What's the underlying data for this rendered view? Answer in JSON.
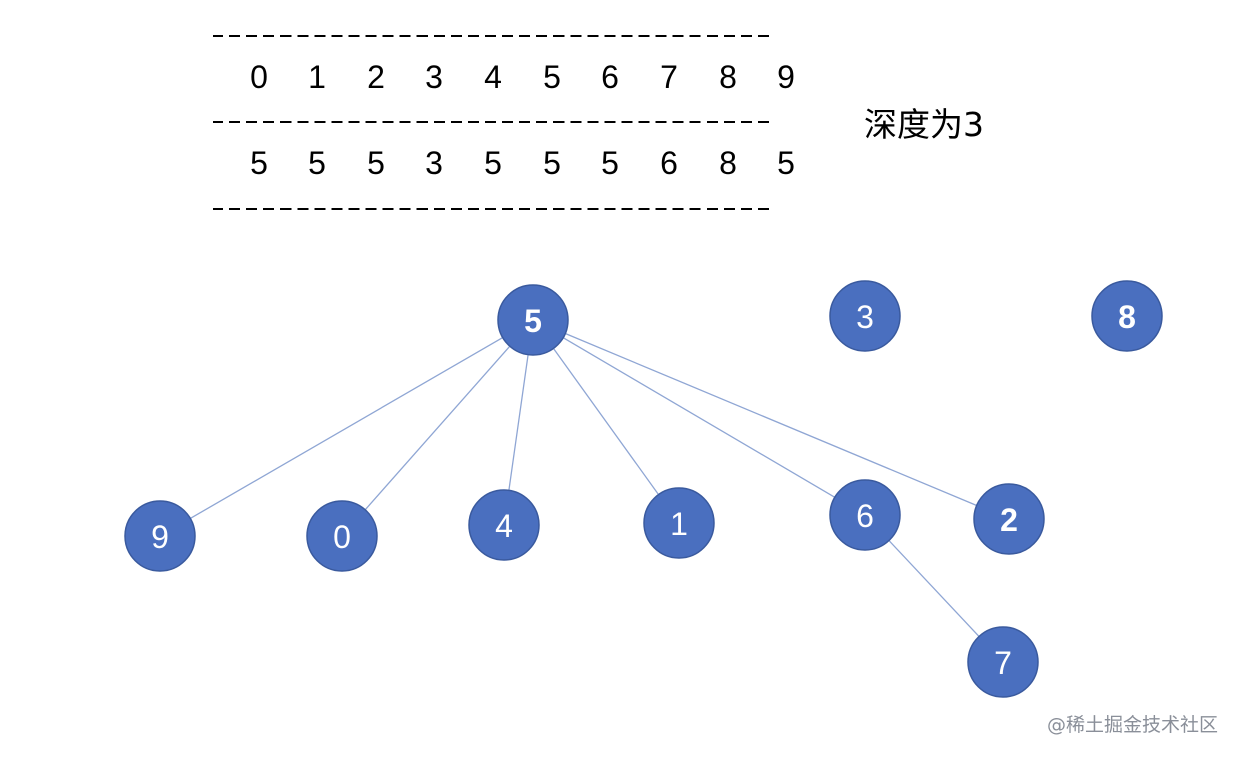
{
  "index_row": [
    "0",
    "1",
    "2",
    "3",
    "4",
    "5",
    "6",
    "7",
    "8",
    "9"
  ],
  "parent_row": [
    "5",
    "5",
    "5",
    "3",
    "5",
    "5",
    "5",
    "6",
    "8",
    "5"
  ],
  "depth_label": "深度为3",
  "nodes": [
    {
      "id": "5",
      "label": "5",
      "bold": true
    },
    {
      "id": "3",
      "label": "3",
      "bold": false
    },
    {
      "id": "8",
      "label": "8",
      "bold": true
    },
    {
      "id": "9",
      "label": "9",
      "bold": false
    },
    {
      "id": "0",
      "label": "0",
      "bold": false
    },
    {
      "id": "4",
      "label": "4",
      "bold": false
    },
    {
      "id": "1",
      "label": "1",
      "bold": false
    },
    {
      "id": "6",
      "label": "6",
      "bold": false
    },
    {
      "id": "2",
      "label": "2",
      "bold": true
    },
    {
      "id": "7",
      "label": "7",
      "bold": false
    }
  ],
  "edges": [
    {
      "from": "5",
      "to": "9"
    },
    {
      "from": "5",
      "to": "0"
    },
    {
      "from": "5",
      "to": "4"
    },
    {
      "from": "5",
      "to": "1"
    },
    {
      "from": "5",
      "to": "6"
    },
    {
      "from": "5",
      "to": "2"
    },
    {
      "from": "6",
      "to": "7"
    }
  ],
  "colors": {
    "node_fill": "#4a6fbf",
    "node_stroke": "#3a5a9e",
    "edge": "#8fa6d4",
    "text": "#000000"
  },
  "watermark": "@稀土掘金技术社区"
}
